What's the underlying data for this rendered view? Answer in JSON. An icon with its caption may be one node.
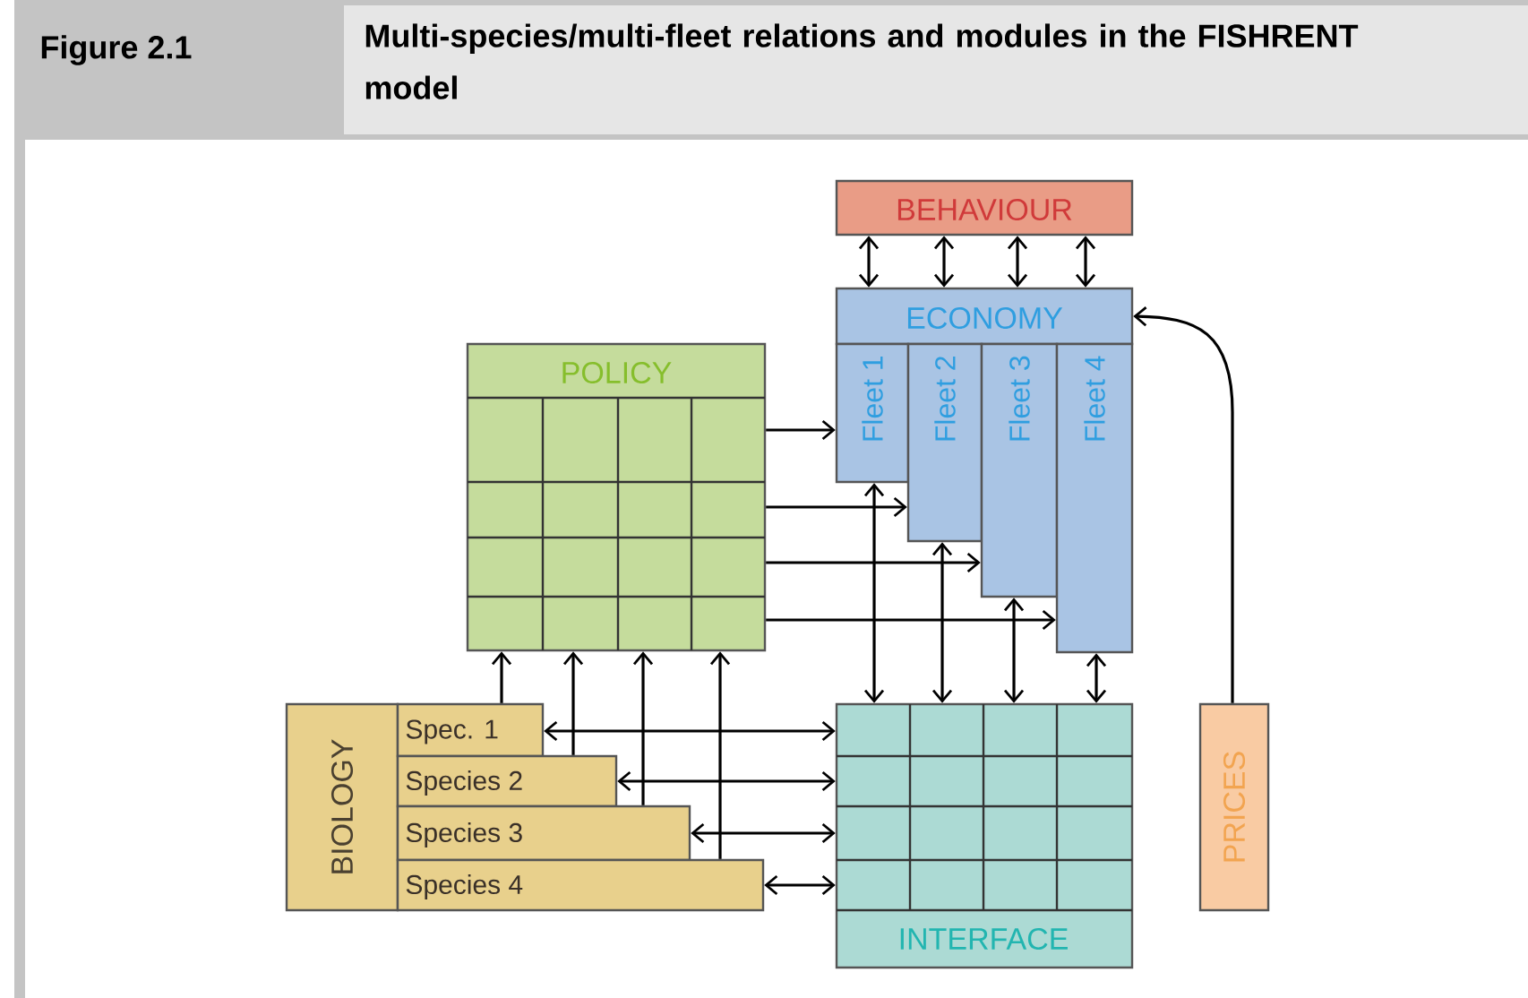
{
  "diagram": {
    "title": "Multi-species/multi-fleet relations and modules in the FISHRENT model",
    "nodes": [
      {
        "text": [
          "BEHAVIOUR"
        ]
      },
      {
        "text": [
          "ECONOMY"
        ]
      },
      {
        "text": [
          "Fleet 1"
        ]
      },
      {
        "text": [
          "Fleet 2"
        ]
      },
      {
        "text": [
          "Fleet 3"
        ]
      },
      {
        "text": [
          "Fleet 4"
        ]
      },
      {
        "text": [
          "POLICY"
        ]
      },
      {
        "text": [
          "BIOLOGY"
        ]
      },
      {
        "text": [
          "Spec. 1"
        ]
      },
      {
        "text": [
          "Species 2"
        ]
      },
      {
        "text": [
          "Species 3"
        ]
      },
      {
        "text": [
          "Species 4"
        ]
      },
      {
        "text": [
          "INTERFACE"
        ]
      },
      {
        "text": [
          "PRICES"
        ]
      }
    ],
    "edges": [
      {
        "from": 0,
        "to": 1,
        "arrow": "both"
      },
      {
        "from": 0,
        "to": 1,
        "arrow": "both"
      },
      {
        "from": 0,
        "to": 1,
        "arrow": "both"
      },
      {
        "from": 0,
        "to": 1,
        "arrow": "both"
      },
      {
        "from": 13,
        "to": 1,
        "arrow": "to"
      },
      {
        "from": 6,
        "to": 2,
        "arrow": "to"
      },
      {
        "from": 6,
        "to": 3,
        "arrow": "to"
      },
      {
        "from": 6,
        "to": 4,
        "arrow": "to"
      },
      {
        "from": 6,
        "to": 5,
        "arrow": "to"
      },
      {
        "from": 2,
        "to": 12,
        "arrow": "both"
      },
      {
        "from": 3,
        "to": 12,
        "arrow": "both"
      },
      {
        "from": 4,
        "to": 12,
        "arrow": "both"
      },
      {
        "from": 5,
        "to": 12,
        "arrow": "both"
      },
      {
        "from": 8,
        "to": 6,
        "arrow": "to"
      },
      {
        "from": 9,
        "to": 6,
        "arrow": "to"
      },
      {
        "from": 10,
        "to": 6,
        "arrow": "to"
      },
      {
        "from": 11,
        "to": 6,
        "arrow": "to"
      },
      {
        "from": 8,
        "to": 12,
        "arrow": "both"
      },
      {
        "from": 9,
        "to": 12,
        "arrow": "both"
      },
      {
        "from": 10,
        "to": 12,
        "arrow": "both"
      },
      {
        "from": 11,
        "to": 12,
        "arrow": "both"
      }
    ],
    "labels": [
      "Figure 2.1"
    ]
  }
}
